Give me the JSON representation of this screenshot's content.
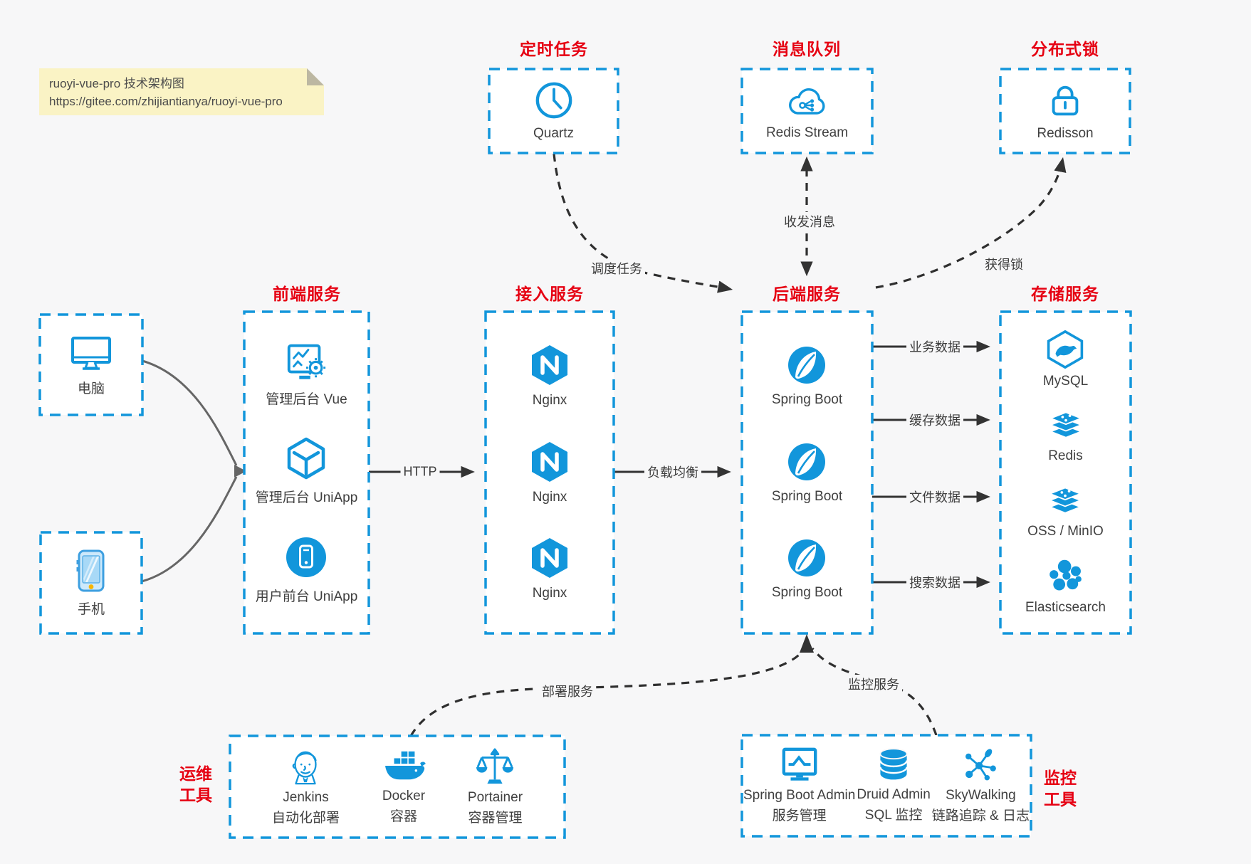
{
  "note": {
    "title": "ruoyi-vue-pro 技术架构图",
    "url": "https://gitee.com/zhijiantianya/ruoyi-vue-pro"
  },
  "colors": {
    "accent_blue": "#1296db",
    "title_red": "#e60012",
    "arrow_dark": "#333333",
    "background": "#f7f7f8",
    "note_yellow": "#faf3c5"
  },
  "top_services": [
    {
      "title": "定时任务",
      "item": "Quartz"
    },
    {
      "title": "消息队列",
      "item": "Redis Stream"
    },
    {
      "title": "分布式锁",
      "item": "Redisson"
    }
  ],
  "clients": [
    {
      "label": "电脑"
    },
    {
      "label": "手机"
    }
  ],
  "columns": [
    {
      "title": "前端服务",
      "items": [
        "管理后台 Vue",
        "管理后台 UniApp",
        "用户前台 UniApp"
      ]
    },
    {
      "title": "接入服务",
      "items": [
        "Nginx",
        "Nginx",
        "Nginx"
      ]
    },
    {
      "title": "后端服务",
      "items": [
        "Spring Boot",
        "Spring Boot",
        "Spring Boot"
      ]
    },
    {
      "title": "存储服务",
      "items": [
        "MySQL",
        "Redis",
        "OSS / MinIO",
        "Elasticsearch"
      ]
    }
  ],
  "edge_labels": {
    "schedule": "调度任务",
    "message": "收发消息",
    "lock": "获得锁",
    "http": "HTTP",
    "load_balance": "负载均衡",
    "business_data": "业务数据",
    "cache_data": "缓存数据",
    "file_data": "文件数据",
    "search_data": "搜索数据",
    "deploy": "部署服务",
    "monitor": "监控服务"
  },
  "ops_tools": {
    "side_label_line1": "运维",
    "side_label_line2": "工具",
    "items": [
      {
        "name": "Jenkins",
        "desc": "自动化部署"
      },
      {
        "name": "Docker",
        "desc": "容器"
      },
      {
        "name": "Portainer",
        "desc": "容器管理"
      }
    ]
  },
  "monitor_tools": {
    "side_label_line1": "监控",
    "side_label_line2": "工具",
    "items": [
      {
        "name": "Spring Boot Admin",
        "desc": "服务管理"
      },
      {
        "name": "Druid Admin",
        "desc": "SQL 监控"
      },
      {
        "name": "SkyWalking",
        "desc": "链路追踪 & 日志"
      }
    ]
  }
}
